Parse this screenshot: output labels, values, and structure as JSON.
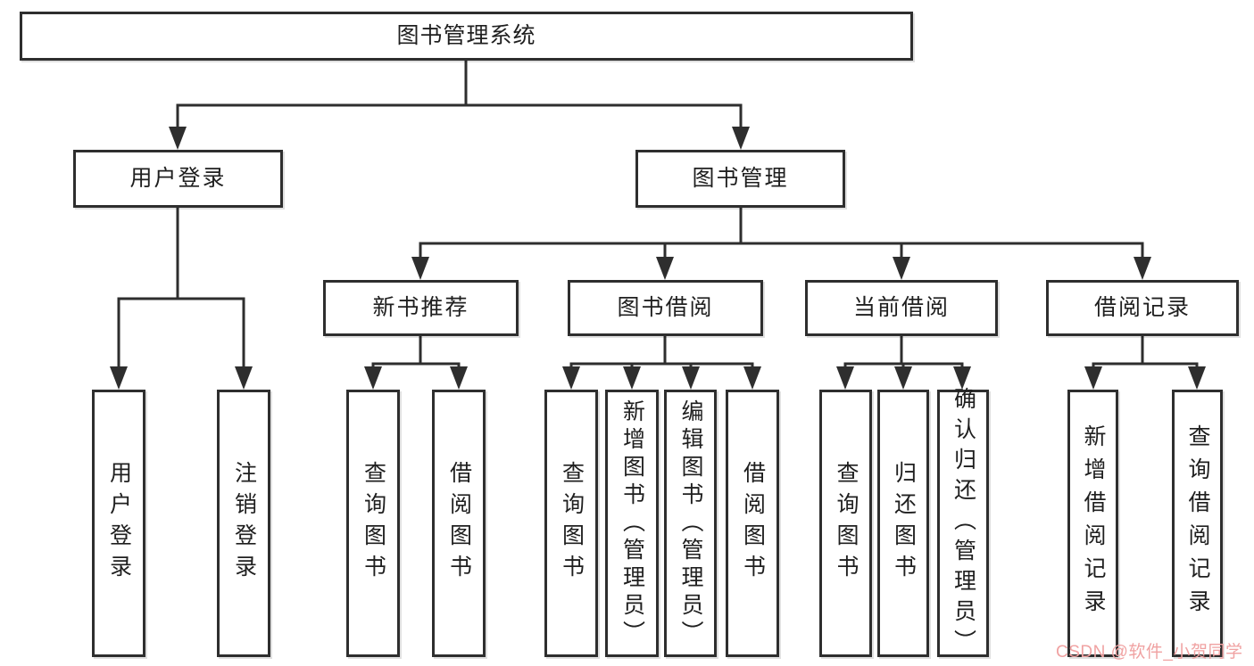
{
  "tree": {
    "root": {
      "label": "图书管理系统"
    },
    "level2": {
      "user_login": {
        "label": "用户登录"
      },
      "book_management": {
        "label": "图书管理"
      }
    },
    "level3": {
      "new_book_recommend": {
        "label": "新书推荐"
      },
      "book_borrow": {
        "label": "图书借阅"
      },
      "current_borrow": {
        "label": "当前借阅"
      },
      "borrow_records": {
        "label": "借阅记录"
      }
    },
    "leaves": {
      "user_login": [
        "用户登录",
        "注销登录"
      ],
      "new_book_recommend": [
        "查询图书",
        "借阅图书"
      ],
      "book_borrow": [
        "查询图书",
        "新增图书（管理员）",
        "编辑图书（管理员）",
        "借阅图书"
      ],
      "current_borrow": [
        "查询图书",
        "归还图书",
        "确认归还（管理员）"
      ],
      "borrow_records": [
        "新增借阅记录",
        "查询借阅记录"
      ]
    }
  },
  "watermark": {
    "text": "CSDN @软件_小贺同学",
    "color": "#f0a2a2"
  },
  "colors": {
    "line": "#2e2e2e",
    "box_border": "#2e2e2e",
    "text": "#1f1f1f",
    "background": "#ffffff"
  }
}
